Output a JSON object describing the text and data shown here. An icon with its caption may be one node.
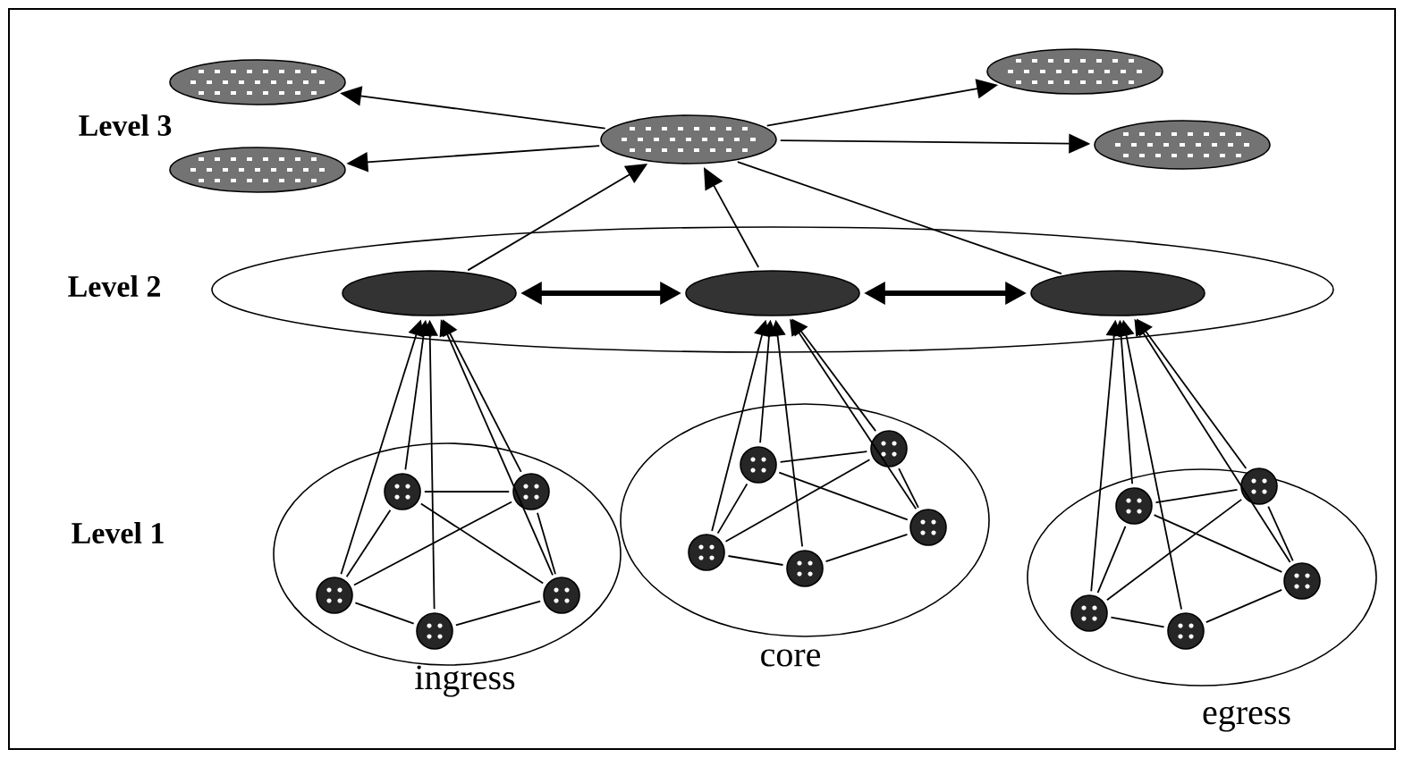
{
  "diagram": {
    "nodes": [
      {
        "text": [],
        "shape": "ellipse"
      },
      {
        "text": [],
        "shape": "ellipse"
      },
      {
        "text": [],
        "shape": "ellipse"
      },
      {
        "text": [],
        "shape": "ellipse"
      },
      {
        "text": [],
        "shape": "ellipse"
      },
      {
        "text": [],
        "shape": "ellipse"
      },
      {
        "text": [],
        "shape": "ellipse",
        "in": 5
      },
      {
        "text": [],
        "shape": "ellipse",
        "in": 5
      },
      {
        "text": [],
        "shape": "ellipse",
        "in": 5
      },
      {
        "text": [
          "ingress"
        ]
      },
      {
        "text": [
          "core"
        ]
      },
      {
        "text": [
          "egress"
        ]
      },
      {
        "text": [],
        "shape": "circle",
        "in": 9
      },
      {
        "text": [],
        "shape": "circle",
        "in": 9
      },
      {
        "text": [],
        "shape": "circle",
        "in": 9
      },
      {
        "text": [],
        "shape": "circle",
        "in": 9
      },
      {
        "text": [],
        "shape": "circle",
        "in": 9
      },
      {
        "text": [],
        "shape": "circle",
        "in": 10
      },
      {
        "text": [],
        "shape": "circle",
        "in": 10
      },
      {
        "text": [],
        "shape": "circle",
        "in": 10
      },
      {
        "text": [],
        "shape": "circle",
        "in": 10
      },
      {
        "text": [],
        "shape": "circle",
        "in": 10
      },
      {
        "text": [],
        "shape": "circle",
        "in": 11
      },
      {
        "text": [],
        "shape": "circle",
        "in": 11
      },
      {
        "text": [],
        "shape": "circle",
        "in": 11
      },
      {
        "text": [],
        "shape": "circle",
        "in": 11
      },
      {
        "text": [],
        "shape": "circle",
        "in": 11
      }
    ],
    "edges": [
      {
        "from": 2,
        "to": 0,
        "arrow": "to"
      },
      {
        "from": 2,
        "to": 1,
        "arrow": "to"
      },
      {
        "from": 2,
        "to": 3,
        "arrow": "to"
      },
      {
        "from": 2,
        "to": 4,
        "arrow": "to"
      },
      {
        "from": 6,
        "to": 2,
        "arrow": "to"
      },
      {
        "from": 7,
        "to": 2,
        "arrow": "to"
      },
      {
        "from": 8,
        "to": 2,
        "arrow": "none"
      },
      {
        "from": 6,
        "to": 7,
        "arrow": "both",
        "style": "thick"
      },
      {
        "from": 7,
        "to": 8,
        "arrow": "both",
        "style": "thick"
      },
      {
        "from": 12,
        "to": 6,
        "arrow": "to"
      },
      {
        "from": 13,
        "to": 6,
        "arrow": "to"
      },
      {
        "from": 14,
        "to": 6,
        "arrow": "to"
      },
      {
        "from": 15,
        "to": 6,
        "arrow": "to"
      },
      {
        "from": 16,
        "to": 6,
        "arrow": "to"
      },
      {
        "from": 17,
        "to": 7,
        "arrow": "to"
      },
      {
        "from": 18,
        "to": 7,
        "arrow": "to"
      },
      {
        "from": 19,
        "to": 7,
        "arrow": "to"
      },
      {
        "from": 20,
        "to": 7,
        "arrow": "to"
      },
      {
        "from": 21,
        "to": 7,
        "arrow": "to"
      },
      {
        "from": 22,
        "to": 8,
        "arrow": "to"
      },
      {
        "from": 23,
        "to": 8,
        "arrow": "to"
      },
      {
        "from": 24,
        "to": 8,
        "arrow": "to"
      },
      {
        "from": 25,
        "to": 8,
        "arrow": "to"
      },
      {
        "from": 26,
        "to": 8,
        "arrow": "to"
      },
      {
        "from": 12,
        "to": 13,
        "arrow": "none"
      },
      {
        "from": 12,
        "to": 14,
        "arrow": "none"
      },
      {
        "from": 12,
        "to": 16,
        "arrow": "none"
      },
      {
        "from": 13,
        "to": 14,
        "arrow": "none"
      },
      {
        "from": 13,
        "to": 16,
        "arrow": "none"
      },
      {
        "from": 14,
        "to": 15,
        "arrow": "none"
      },
      {
        "from": 15,
        "to": 16,
        "arrow": "none"
      },
      {
        "from": 17,
        "to": 18,
        "arrow": "none"
      },
      {
        "from": 17,
        "to": 19,
        "arrow": "none"
      },
      {
        "from": 17,
        "to": 21,
        "arrow": "none"
      },
      {
        "from": 18,
        "to": 19,
        "arrow": "none"
      },
      {
        "from": 18,
        "to": 21,
        "arrow": "none"
      },
      {
        "from": 19,
        "to": 20,
        "arrow": "none"
      },
      {
        "from": 20,
        "to": 21,
        "arrow": "none"
      },
      {
        "from": 22,
        "to": 23,
        "arrow": "none"
      },
      {
        "from": 22,
        "to": 24,
        "arrow": "none"
      },
      {
        "from": 22,
        "to": 26,
        "arrow": "none"
      },
      {
        "from": 23,
        "to": 24,
        "arrow": "none"
      },
      {
        "from": 23,
        "to": 26,
        "arrow": "none"
      },
      {
        "from": 24,
        "to": 25,
        "arrow": "none"
      },
      {
        "from": 25,
        "to": 26,
        "arrow": "none"
      }
    ],
    "labels": [
      "Level 3",
      "Level 2",
      "Level 1"
    ]
  }
}
